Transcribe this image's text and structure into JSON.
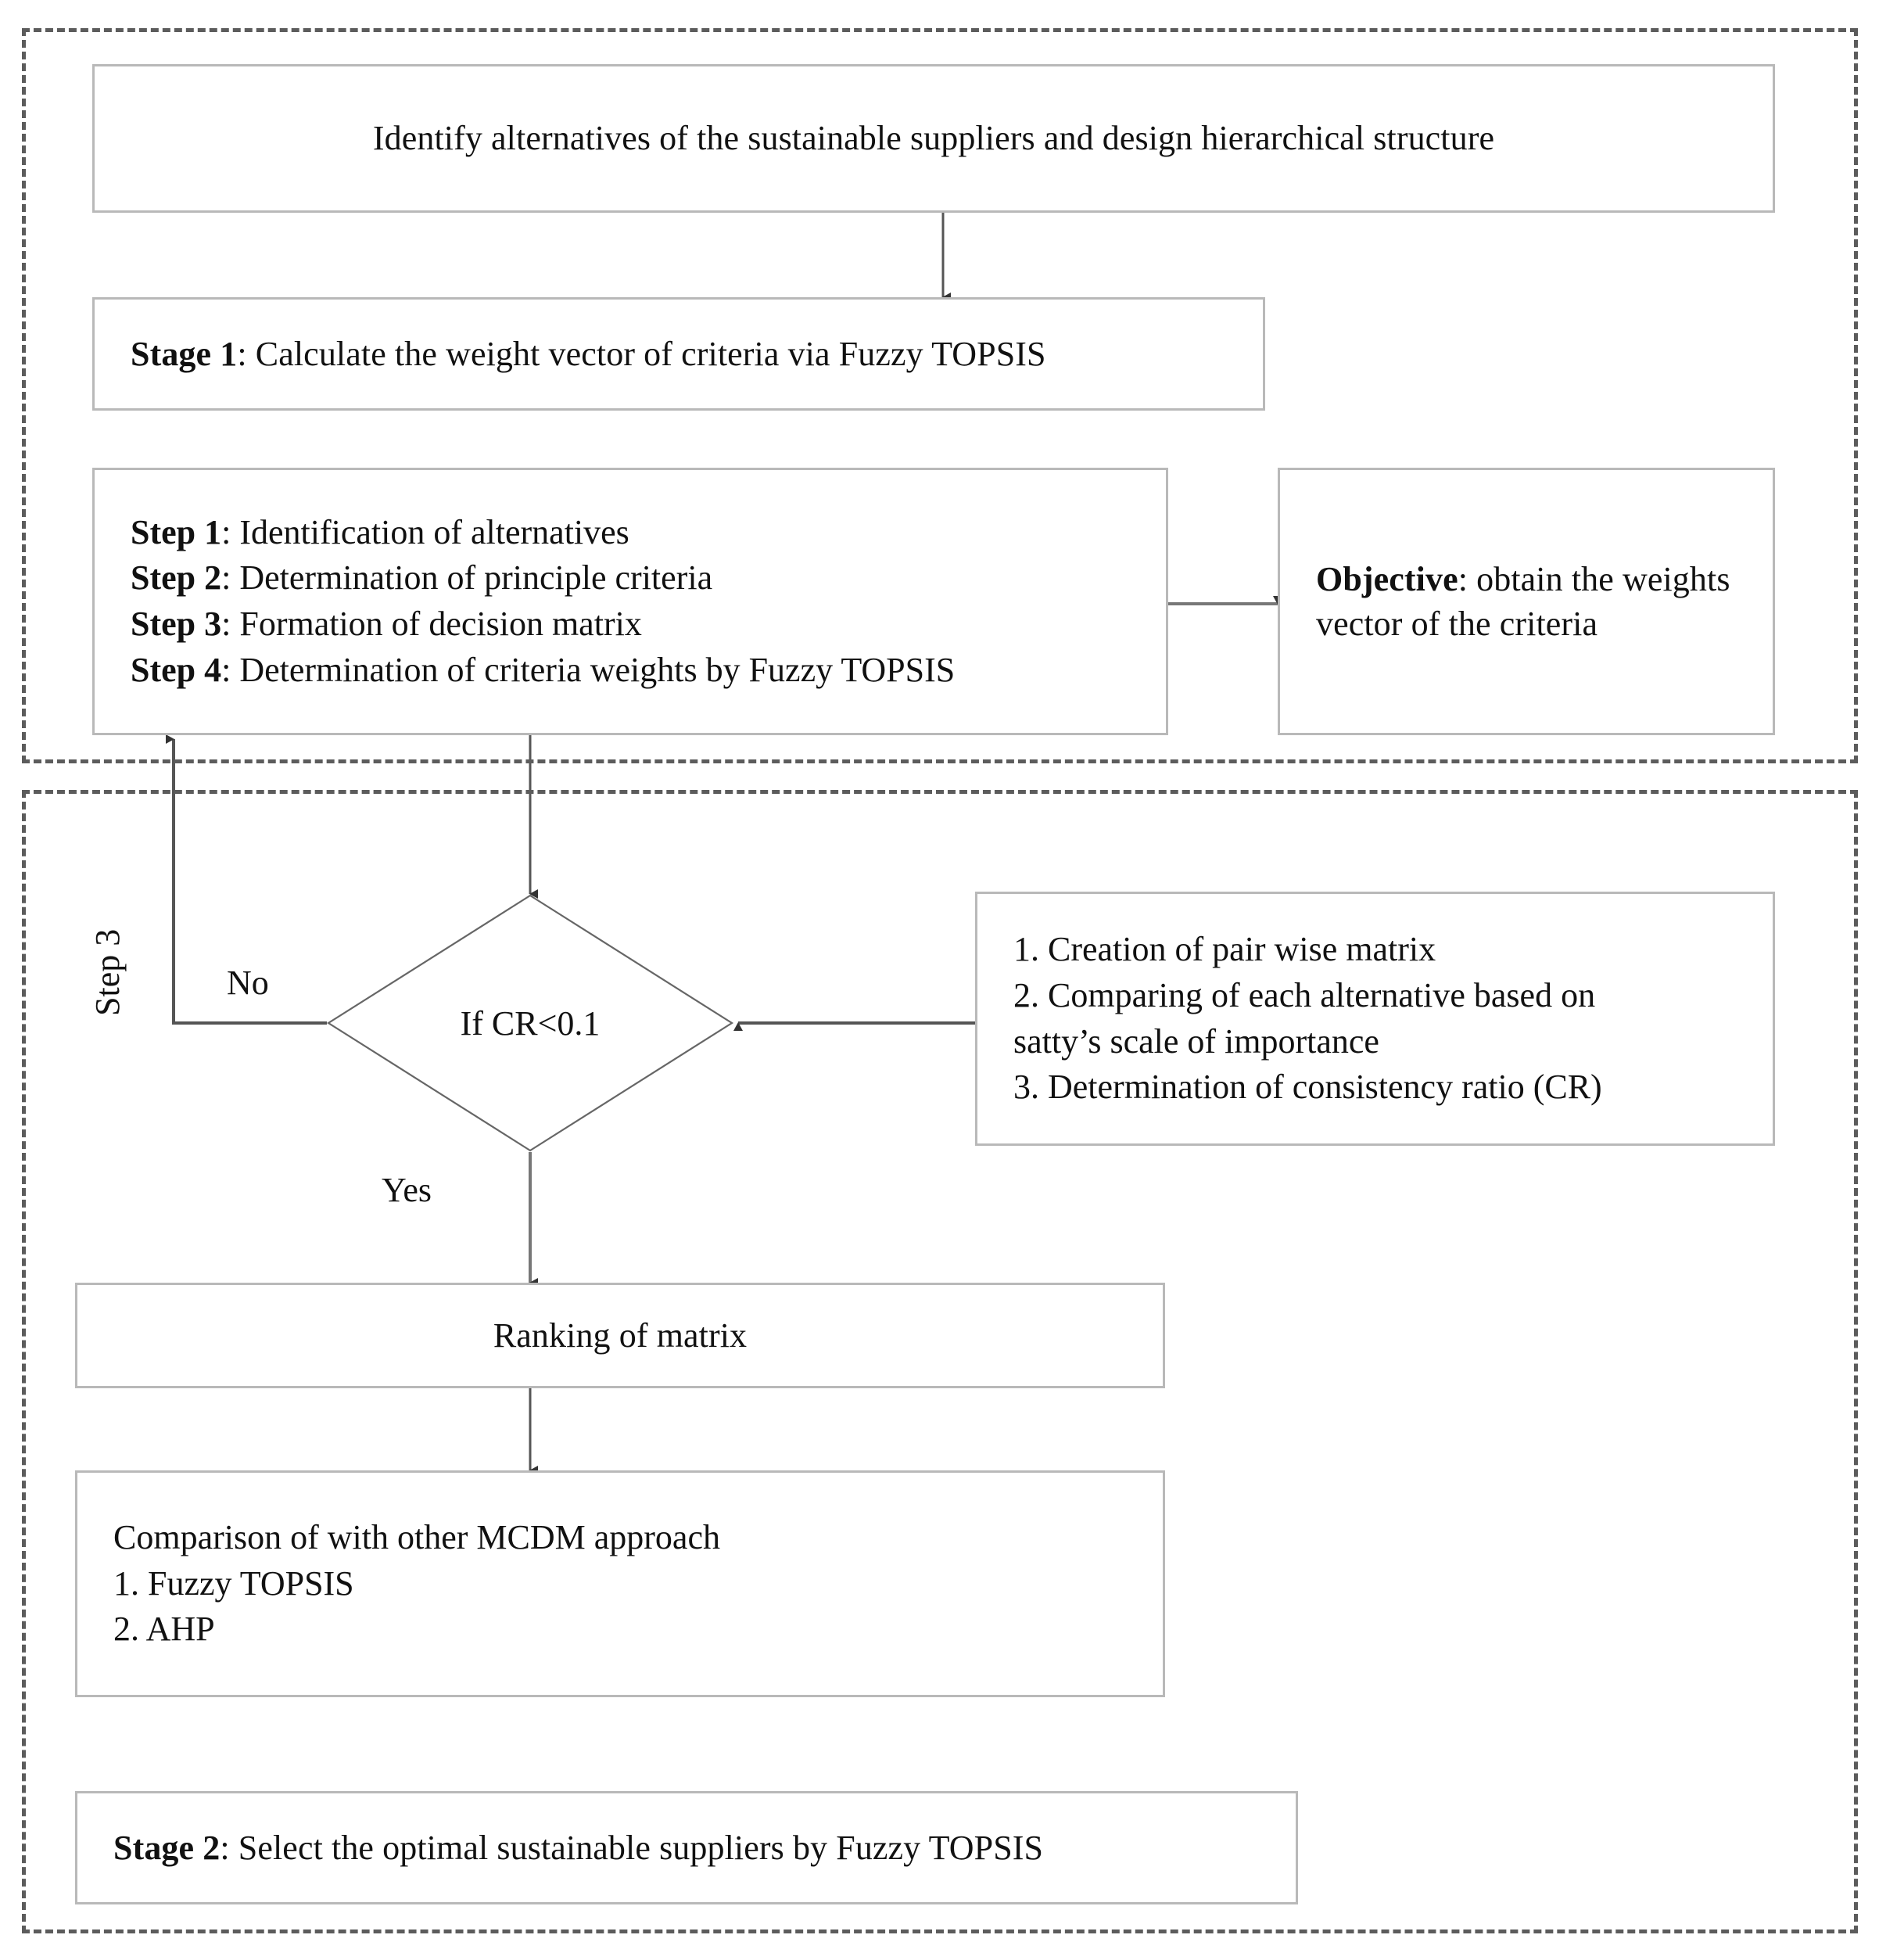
{
  "diagram": {
    "title": "Two-stage Fuzzy TOPSIS sustainable supplier selection framework",
    "type": "flowchart",
    "colors": {
      "box_border": "#b9b9b9",
      "frame_border": "#5c5c5c",
      "connector": "#555555",
      "text": "#111111",
      "background": "#ffffff"
    }
  },
  "stage_one_frame": {
    "name": "stage-1-container"
  },
  "stage_two_frame": {
    "name": "stage-2-container"
  },
  "nodes": {
    "identify": {
      "text": "Identify alternatives of the sustainable suppliers and design hierarchical structure"
    },
    "stage1": {
      "lead": "Stage 1",
      "rest": ": Calculate the weight vector of criteria via Fuzzy TOPSIS"
    },
    "steps": {
      "lines": [
        {
          "lead": "Step 1",
          "rest": ": Identification of alternatives"
        },
        {
          "lead": "Step 2",
          "rest": ": Determination of principle criteria"
        },
        {
          "lead": "Step 3",
          "rest": ": Formation of decision matrix"
        },
        {
          "lead": "Step 4",
          "rest": ": Determination of criteria weights by Fuzzy TOPSIS"
        }
      ]
    },
    "objective": {
      "lead": "Objective",
      "rest": ": obtain the weights vector of the criteria"
    },
    "decision": {
      "text": "If CR<0.1"
    },
    "ahp_steps": {
      "lines": [
        "1. Creation of pair wise matrix",
        "2. Comparing of each alternative based on",
        "satty’s scale of importance",
        "3. Determination of consistency ratio (CR)"
      ]
    },
    "ranking": {
      "text": "Ranking of matrix"
    },
    "comparison": {
      "lines": [
        "Comparison of with other MCDM approach",
        "1. Fuzzy TOPSIS",
        "2. AHP"
      ]
    },
    "stage2": {
      "lead": "Stage 2",
      "rest": ": Select the optimal sustainable suppliers by Fuzzy TOPSIS"
    }
  },
  "edge_labels": {
    "no": "No",
    "yes": "Yes",
    "step3": "Step 3"
  }
}
